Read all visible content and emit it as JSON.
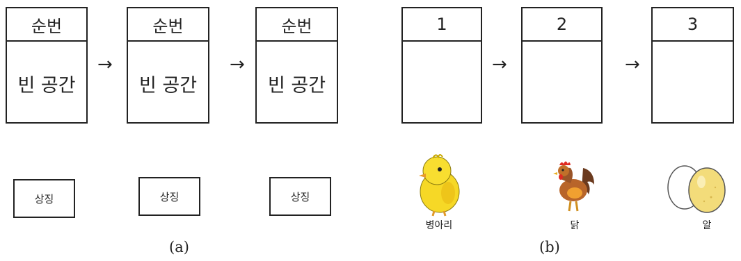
{
  "panel_a": {
    "boxes": [
      {
        "header": "순번",
        "body": "빈 공간"
      },
      {
        "header": "순번",
        "body": "빈 공간"
      },
      {
        "header": "순번",
        "body": "빈 공간"
      }
    ],
    "arrow": "→",
    "symbols": [
      "상징",
      "상징",
      "상징"
    ],
    "caption": "(a)"
  },
  "panel_b": {
    "boxes": [
      {
        "header": "1",
        "body": ""
      },
      {
        "header": "2",
        "body": ""
      },
      {
        "header": "3",
        "body": ""
      }
    ],
    "arrow": "→",
    "items": [
      {
        "icon": "chick-icon",
        "label": "병아리"
      },
      {
        "icon": "rooster-icon",
        "label": "닭"
      },
      {
        "icon": "eggs-icon",
        "label": "알"
      }
    ],
    "caption": "(b)"
  }
}
